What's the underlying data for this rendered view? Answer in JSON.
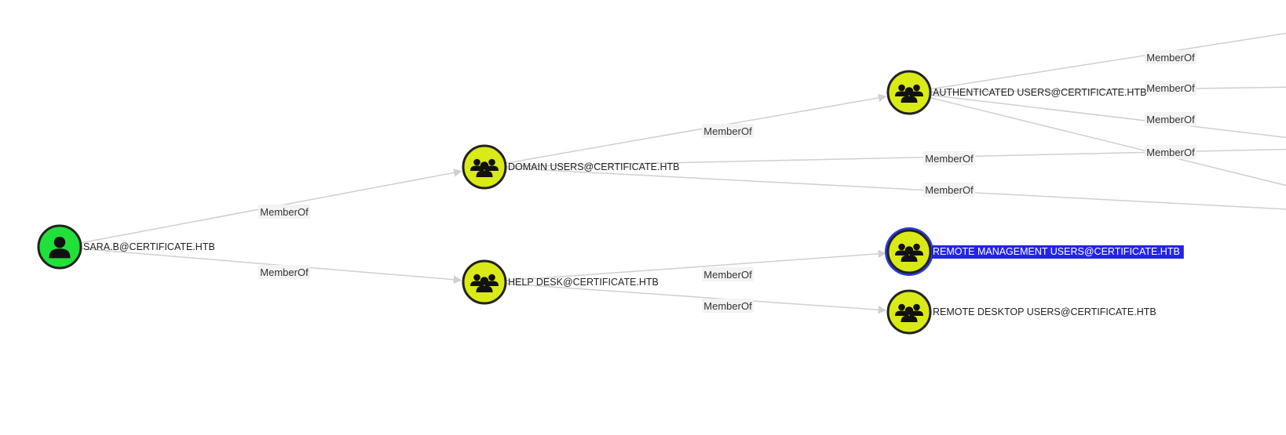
{
  "colors": {
    "user_node": "#22e03a",
    "group_node": "#d9ea16",
    "edge": "#cfcfcf",
    "selected_ring": "#2b3be0",
    "selected_label_bg": "#2424e8"
  },
  "nodes": [
    {
      "id": "sara",
      "label": "SARA.B@CERTIFICATE.HTB",
      "type": "user",
      "icon": "user-icon",
      "selected": false
    },
    {
      "id": "domain_users",
      "label": "DOMAIN USERS@CERTIFICATE.HTB",
      "type": "group",
      "icon": "group-icon",
      "selected": false
    },
    {
      "id": "help_desk",
      "label": "HELP DESK@CERTIFICATE.HTB",
      "type": "group",
      "icon": "group-icon",
      "selected": false
    },
    {
      "id": "auth_users",
      "label": "AUTHENTICATED USERS@CERTIFICATE.HTB",
      "type": "group",
      "icon": "group-icon",
      "selected": false
    },
    {
      "id": "remote_mgmt",
      "label": "REMOTE MANAGEMENT USERS@CERTIFICATE.HTB",
      "type": "group",
      "icon": "group-icon",
      "selected": true
    },
    {
      "id": "remote_desktop",
      "label": "REMOTE DESKTOP USERS@CERTIFICATE.HTB",
      "type": "group",
      "icon": "group-icon",
      "selected": false
    }
  ],
  "edges": [
    {
      "from": "sara",
      "to": "domain_users",
      "label": "MemberOf"
    },
    {
      "from": "sara",
      "to": "help_desk",
      "label": "MemberOf"
    },
    {
      "from": "domain_users",
      "to": "auth_users",
      "label": "MemberOf"
    },
    {
      "from": "domain_users",
      "to": "offscreen_1",
      "label": "MemberOf"
    },
    {
      "from": "domain_users",
      "to": "offscreen_2",
      "label": "MemberOf"
    },
    {
      "from": "help_desk",
      "to": "remote_mgmt",
      "label": "MemberOf"
    },
    {
      "from": "help_desk",
      "to": "remote_desktop",
      "label": "MemberOf"
    },
    {
      "from": "auth_users",
      "to": "offscreen_3",
      "label": "MemberOf"
    },
    {
      "from": "auth_users",
      "to": "offscreen_4",
      "label": "MemberOf"
    },
    {
      "from": "auth_users",
      "to": "offscreen_5",
      "label": "MemberOf"
    },
    {
      "from": "auth_users",
      "to": "offscreen_6",
      "label": "MemberOf"
    }
  ]
}
